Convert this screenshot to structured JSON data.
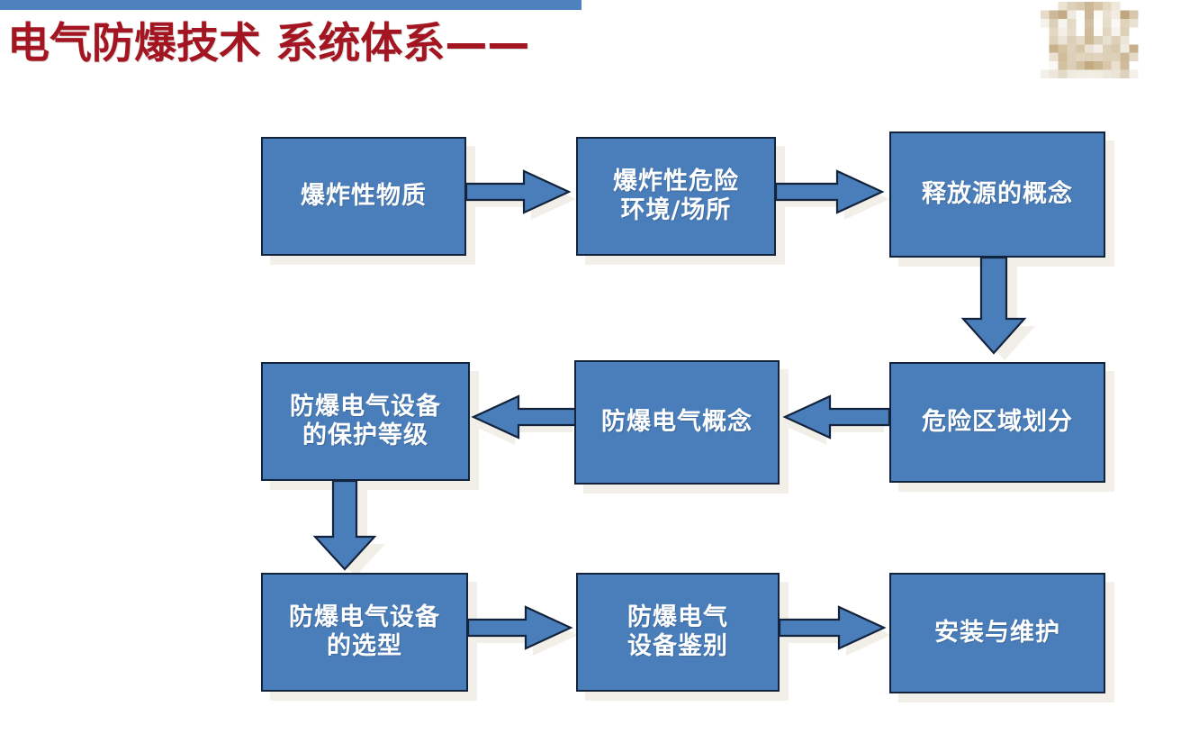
{
  "slide": {
    "title": "电气防爆技术 系统体系——",
    "title_color": "#a31621",
    "accent_bar_color": "#4e81bd",
    "background_color": "#ffffff",
    "logo": "pixelated-organization-logo"
  },
  "diagram_data": {
    "type": "flowchart",
    "node_fill": "#4a7ebb",
    "node_border": "#13233c",
    "node_text_color": "#ffffff",
    "shadow_color": "#f2efe9",
    "nodes": [
      {
        "id": "n1",
        "label": "爆炸性物质",
        "row": 1,
        "col": 1
      },
      {
        "id": "n2",
        "label": "爆炸性危险\n环境/场所",
        "row": 1,
        "col": 2
      },
      {
        "id": "n3",
        "label": "释放源的概念",
        "row": 1,
        "col": 3
      },
      {
        "id": "n4",
        "label": "防爆电气设备\n的保护等级",
        "row": 2,
        "col": 1
      },
      {
        "id": "n5",
        "label": "防爆电气概念",
        "row": 2,
        "col": 2
      },
      {
        "id": "n6",
        "label": "危险区域划分",
        "row": 2,
        "col": 3
      },
      {
        "id": "n7",
        "label": "防爆电气设备\n的选型",
        "row": 3,
        "col": 1
      },
      {
        "id": "n8",
        "label": "防爆电气\n设备鉴别",
        "row": 3,
        "col": 2
      },
      {
        "id": "n9",
        "label": "安装与维护",
        "row": 3,
        "col": 3
      }
    ],
    "edges": [
      {
        "from": "n1",
        "to": "n2",
        "direction": "right"
      },
      {
        "from": "n2",
        "to": "n3",
        "direction": "right"
      },
      {
        "from": "n3",
        "to": "n6",
        "direction": "down"
      },
      {
        "from": "n6",
        "to": "n5",
        "direction": "left"
      },
      {
        "from": "n5",
        "to": "n4",
        "direction": "left"
      },
      {
        "from": "n4",
        "to": "n7",
        "direction": "down"
      },
      {
        "from": "n7",
        "to": "n8",
        "direction": "right"
      },
      {
        "from": "n8",
        "to": "n9",
        "direction": "right"
      }
    ]
  }
}
